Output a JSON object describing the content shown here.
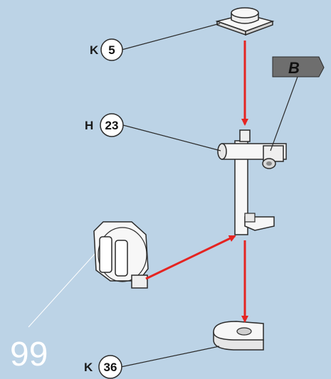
{
  "callouts": [
    {
      "letter": "K",
      "quantity": "5"
    },
    {
      "letter": "H",
      "quantity": "23"
    },
    {
      "letter": "K",
      "quantity": "36"
    }
  ],
  "flag_label": "B",
  "step_number": "99",
  "colors": {
    "background": "#bcd3e6",
    "arrow": "#e52421",
    "part_fill": "#f7f7f7",
    "part_stroke": "#2a2a2a",
    "flag_fill": "#6e6e6e"
  }
}
